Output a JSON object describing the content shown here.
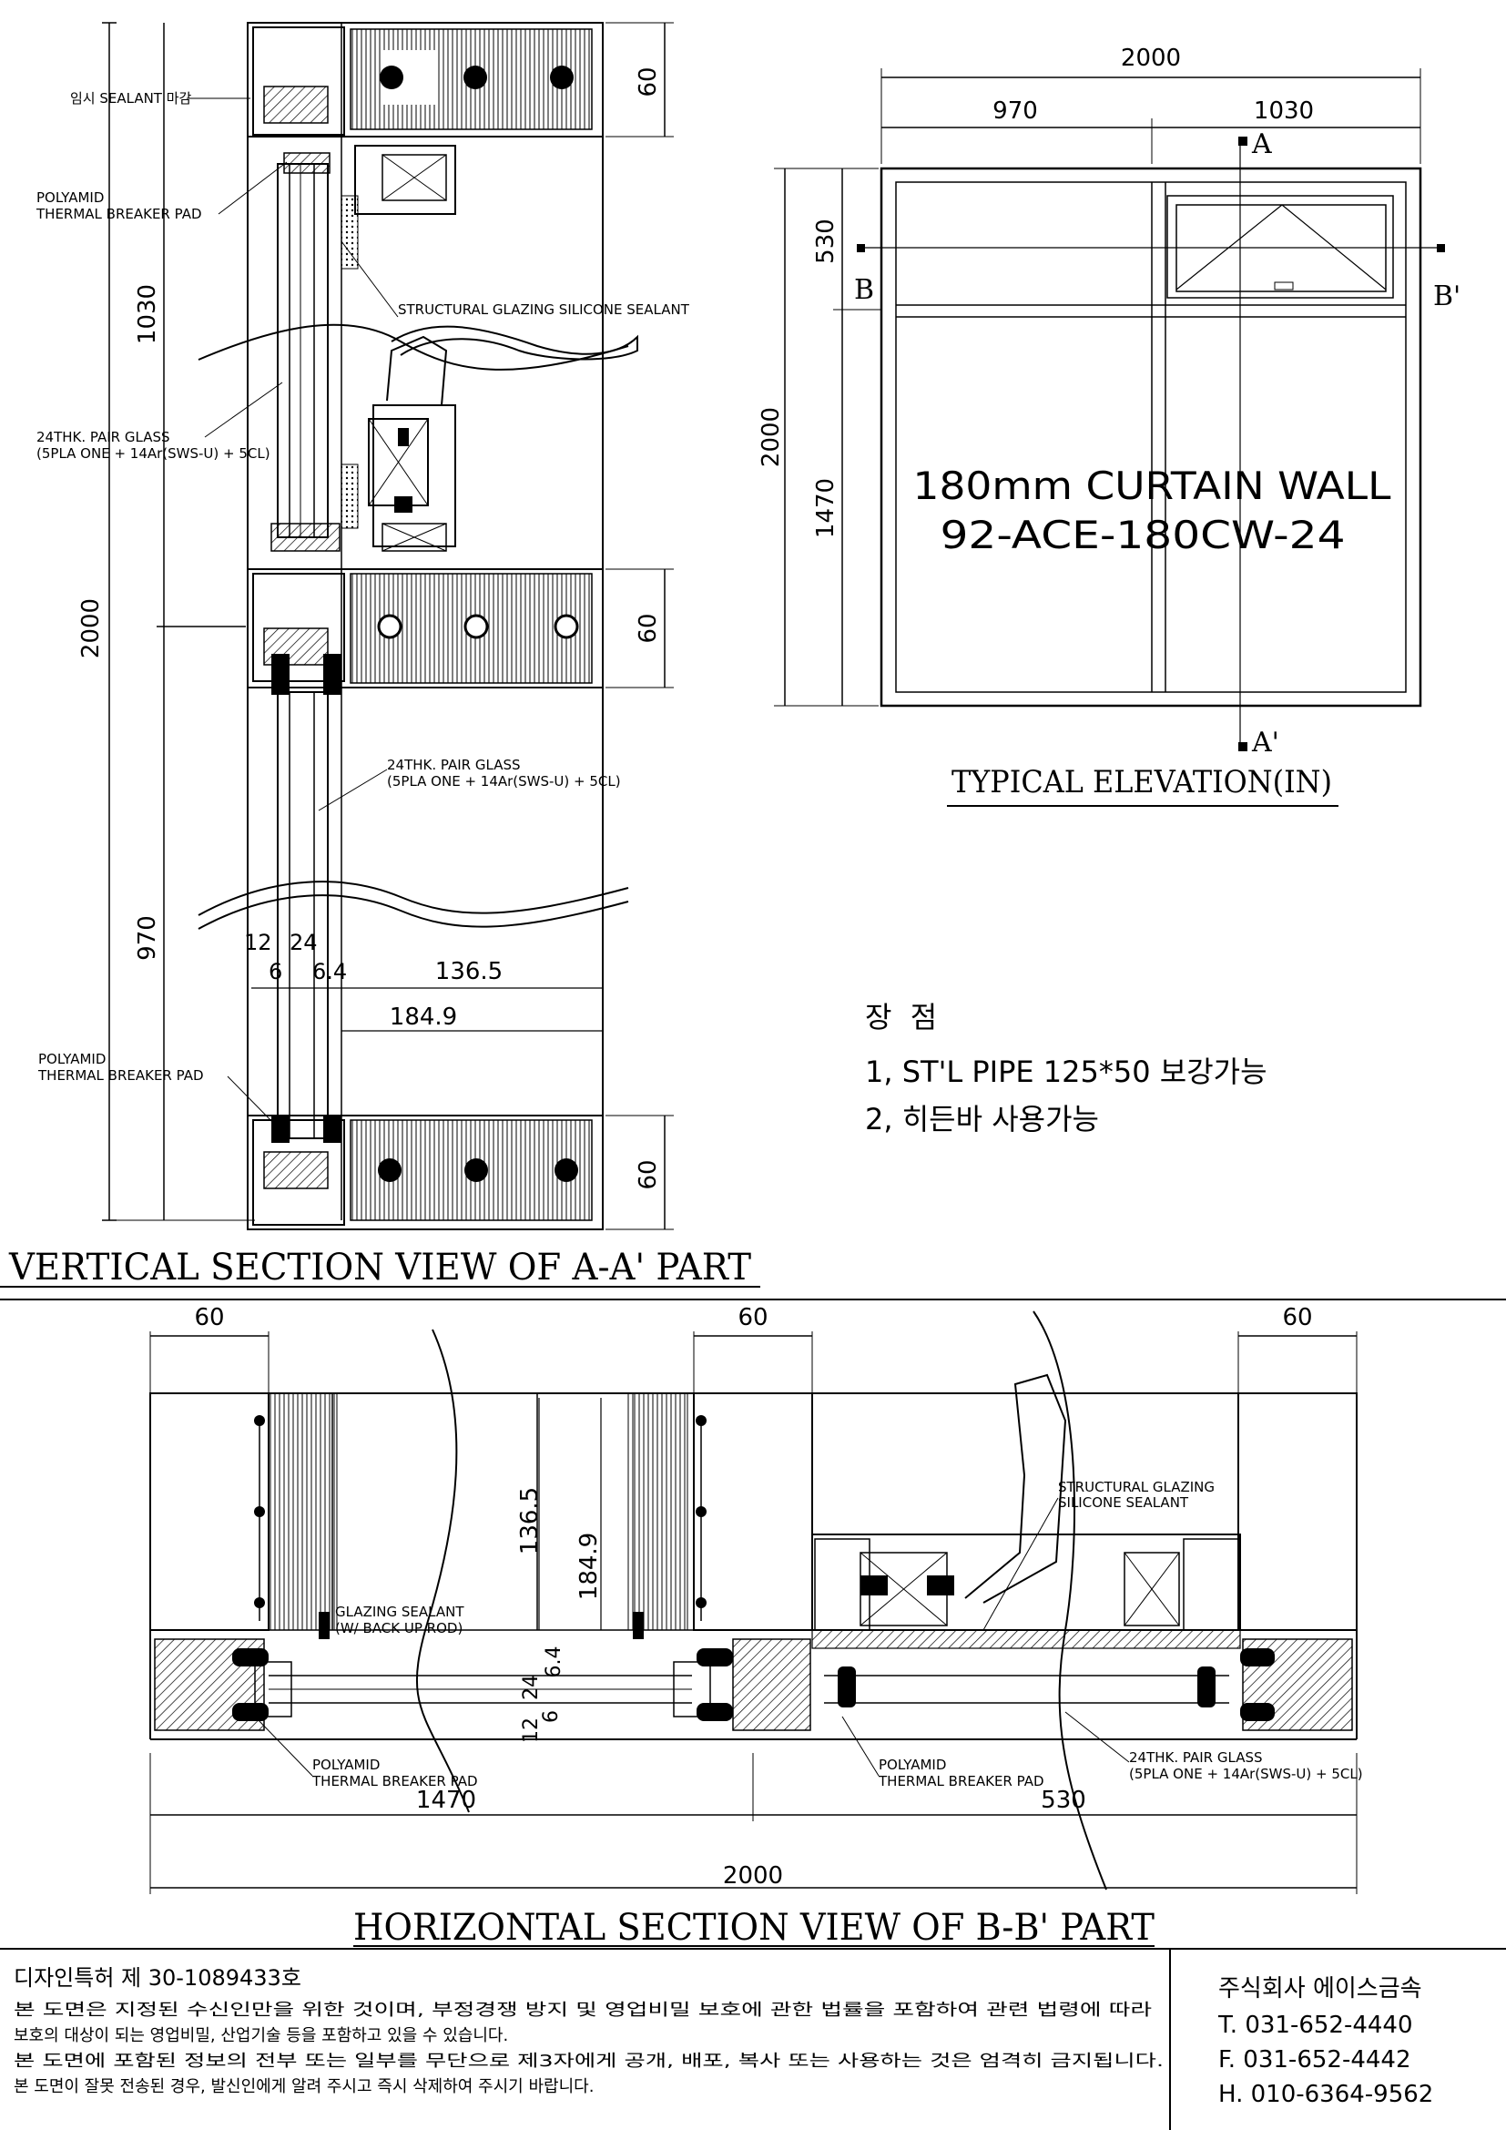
{
  "vertical_section": {
    "title": "VERTICAL SECTION VIEW OF A-A' PART",
    "dim_total": "2000",
    "dim_upper": "1030",
    "dim_lower": "970",
    "dim_mullion_top": "60",
    "dim_mullion_mid": "60",
    "dim_mullion_bottom": "60",
    "dim_12": "12",
    "dim_24": "24",
    "dim_6": "6",
    "dim_6_4": "6.4",
    "dim_136_5": "136.5",
    "dim_184_9": "184.9",
    "label_temp_sealant": "임시 SEALANT 마감",
    "label_polyamid_1": "POLYAMID",
    "label_thermal_1": "THERMAL BREAKER PAD",
    "label_structural": "STRUCTURAL GLAZING SILICONE SEALANT",
    "label_glass1_a": "24THK. PAIR GLASS",
    "label_glass1_b": "(5PLA ONE + 14Ar(SWS-U) + 5CL)",
    "label_glass2_a": "24THK. PAIR GLASS",
    "label_glass2_b": "(5PLA ONE + 14Ar(SWS-U) + 5CL)",
    "label_polyamid_2": "POLYAMID",
    "label_thermal_2": "THERMAL BREAKER PAD"
  },
  "elevation": {
    "title": "TYPICAL ELEVATION(IN)",
    "dim_width_total": "2000",
    "dim_left": "970",
    "dim_right": "1030",
    "dim_height_total": "2000",
    "dim_top": "530",
    "dim_bottom": "1470",
    "marker_a_top": "A",
    "marker_a_bottom": "A'",
    "marker_b_left": "B",
    "marker_b_right": "B'",
    "product_name": "180mm CURTAIN WALL",
    "product_code": "92-ACE-180CW-24"
  },
  "features": {
    "heading": "장  점",
    "item1": "1, ST'L PIPE 125*50 보강가능",
    "item2": "2, 히든바 사용가능"
  },
  "horizontal_section": {
    "title": "HORIZONTAL SECTION VIEW OF B-B' PART",
    "dim_60_left": "60",
    "dim_60_mid": "60",
    "dim_60_right": "60",
    "dim_136_5": "136.5",
    "dim_184_9": "184.9",
    "dim_6_4": "6.4",
    "dim_24": "24",
    "dim_6": "6",
    "dim_12": "12",
    "dim_1470": "1470",
    "dim_530": "530",
    "dim_2000": "2000",
    "label_glazing_sealant_a": "GLAZING SEALANT",
    "label_glazing_sealant_b": "(W/ BACK UP ROD)",
    "label_structural_a": "STRUCTURAL GLAZING",
    "label_structural_b": "SILICONE SEALANT",
    "label_polyamid_left_a": "POLYAMID",
    "label_polyamid_left_b": "THERMAL BREAKER PAD",
    "label_polyamid_mid_a": "POLYAMID",
    "label_polyamid_mid_b": "THERMAL BREAKER PAD",
    "label_glass_a": "24THK. PAIR GLASS",
    "label_glass_b": "(5PLA ONE + 14Ar(SWS-U) + 5CL)"
  },
  "footer": {
    "patent": "디자인특허 제 30-1089433호",
    "notice1": "본 도면은 지정된 수신인만을 위한 것이며, 부정경쟁 방지 및 영업비밀 보호에 관한 법률을 포함하여 관련 법령에 따라",
    "notice2": "보호의 대상이 되는 영업비밀, 산업기술 등을 포함하고 있을 수 있습니다.",
    "notice3": "본 도면에 포함된 정보의 전부 또는 일부를 무단으로 제3자에게 공개, 배포, 복사 또는 사용하는 것은 엄격히 금지됩니다.",
    "notice4": "본 도면이 잘못 전송된 경우, 발신인에게 알려 주시고 즉시 삭제하여 주시기 바랍니다.",
    "company": "주식회사 에이스금속",
    "tel": "T. 031-652-4440",
    "fax": "F. 031-652-4442",
    "mobile": "H. 010-6364-9562"
  },
  "colors": {
    "line": "#000000",
    "background": "#ffffff",
    "hatch": "#000000"
  }
}
